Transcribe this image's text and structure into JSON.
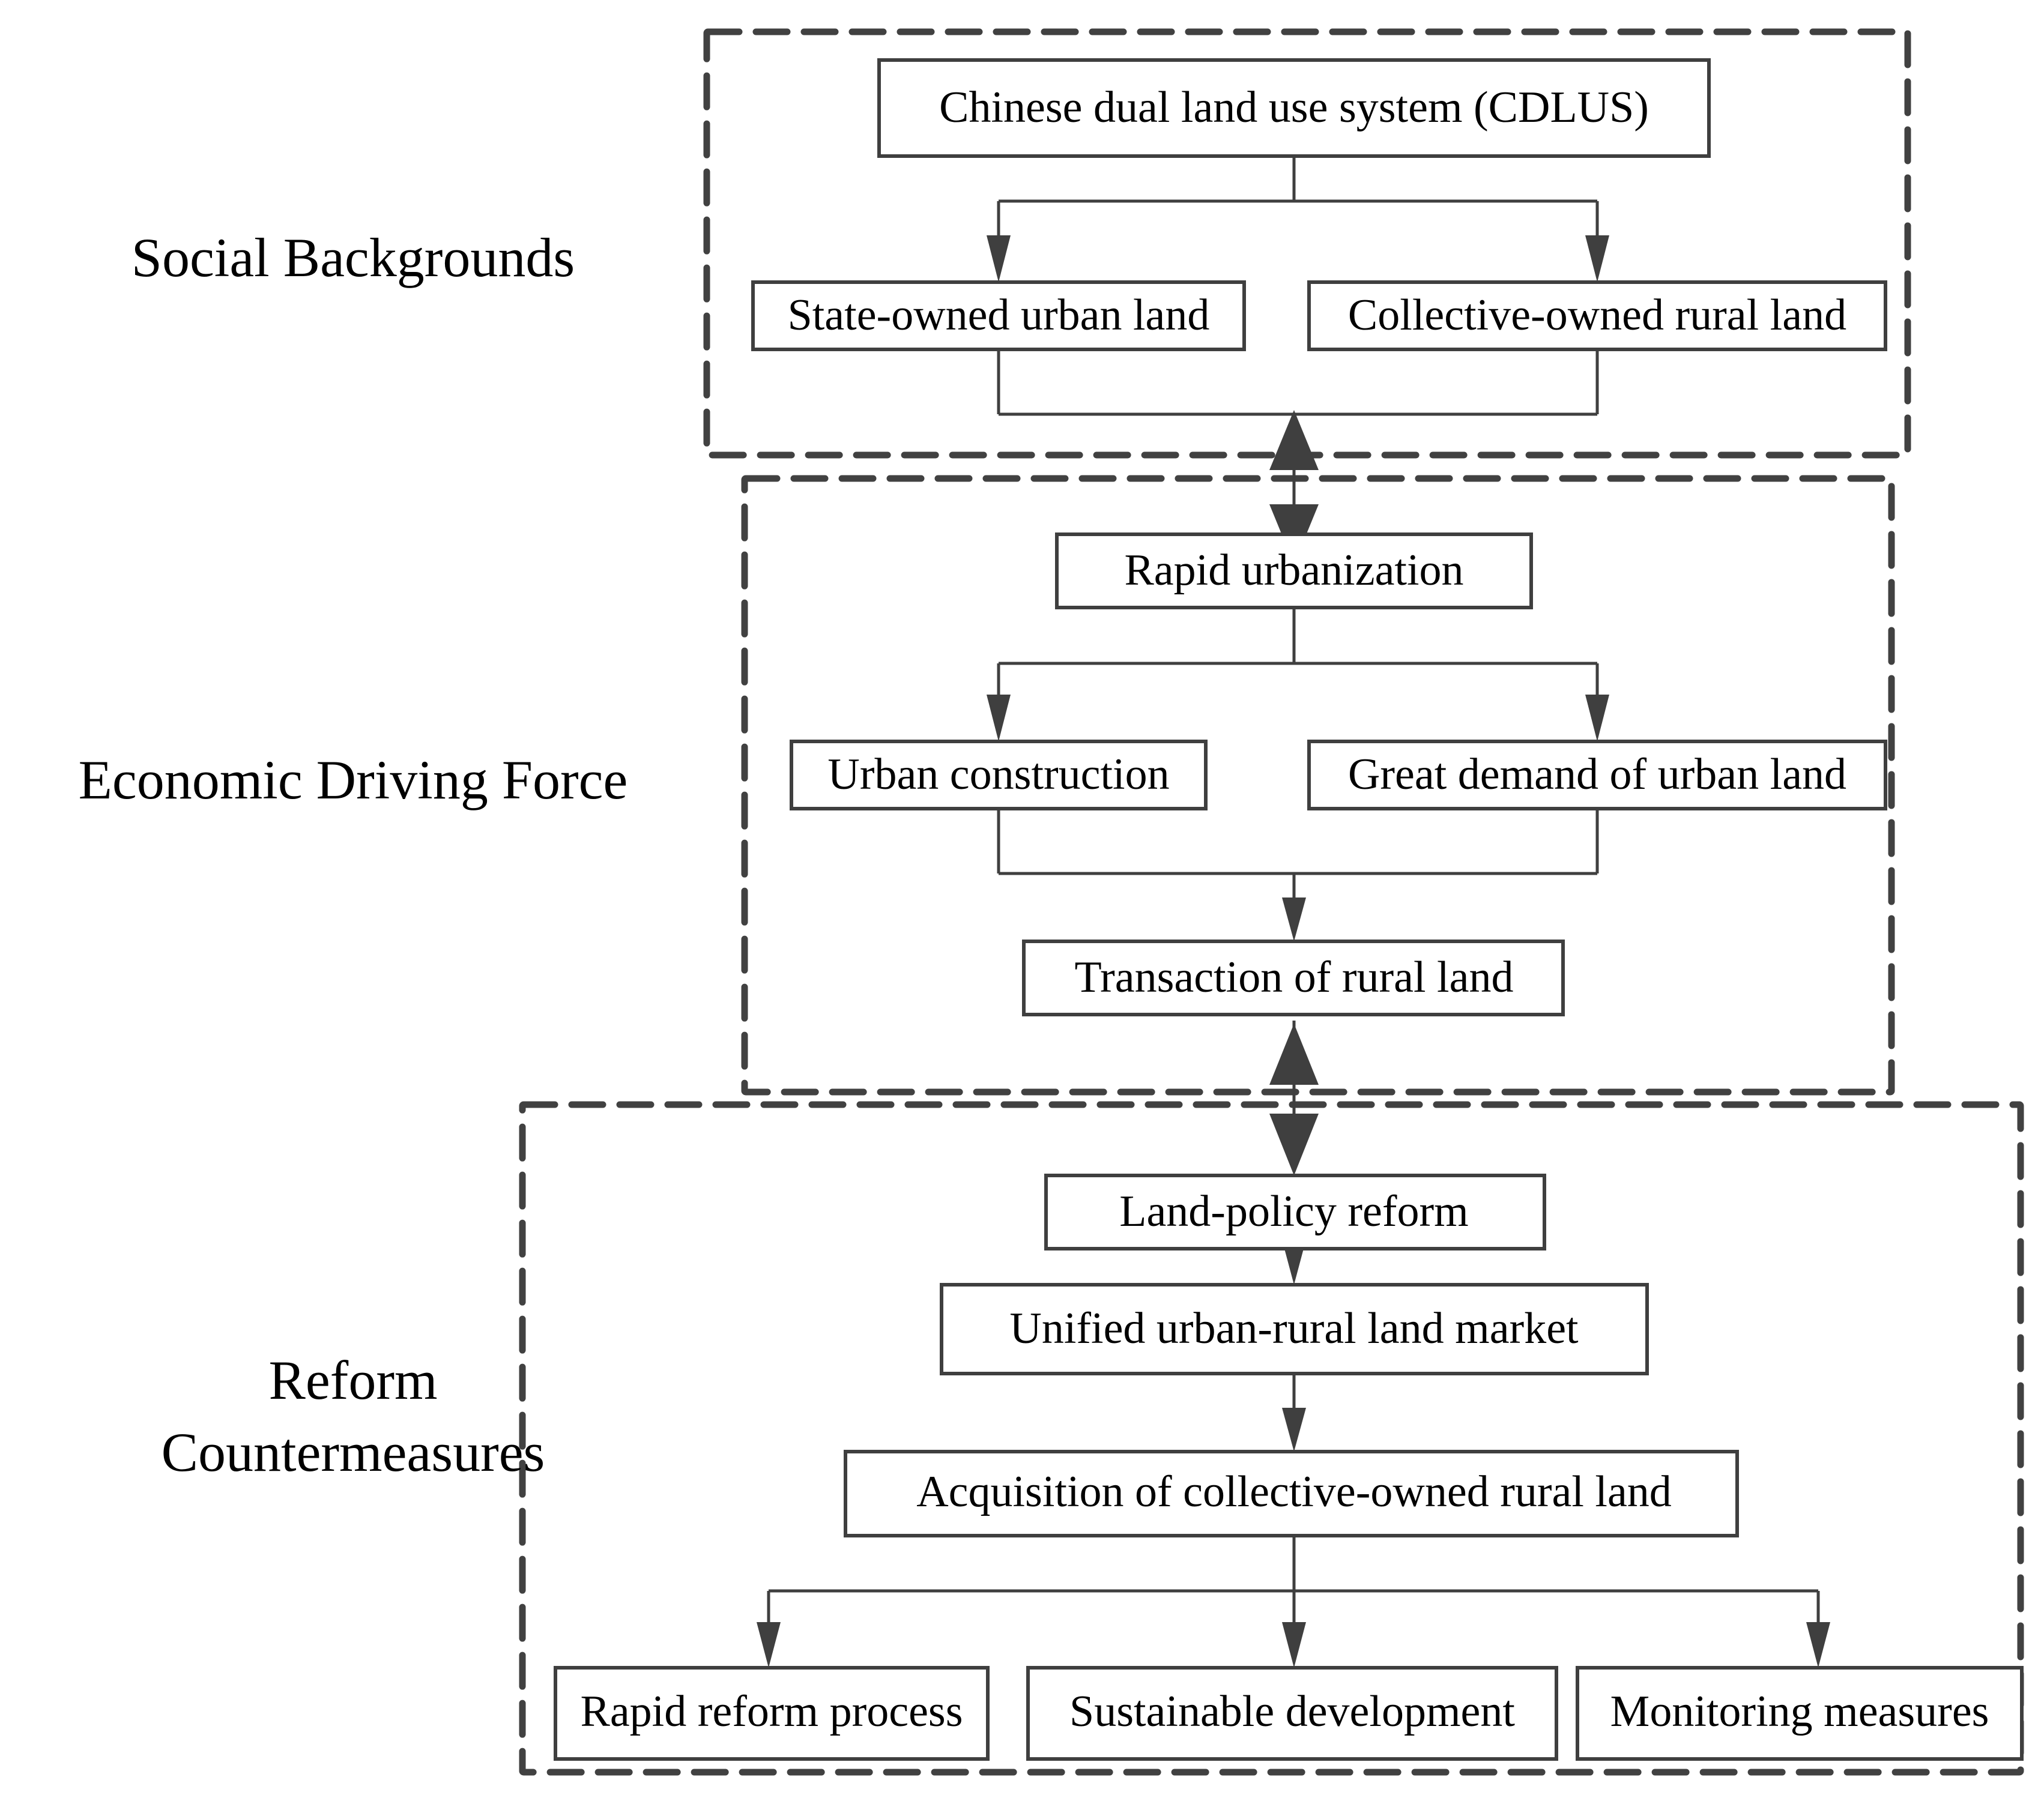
{
  "diagram": {
    "title_visible": false,
    "colors": {
      "node_border": "#3f3f3f",
      "node_fill": "#ffffff",
      "section_border": "#414141",
      "connector": "#3f3f3f",
      "text": "#000000",
      "background": "#ffffff"
    },
    "sections": [
      {
        "id": "social-backgrounds",
        "label": "Social Backgrounds",
        "label_lines": [
          "Social Backgrounds"
        ]
      },
      {
        "id": "economic-driving-force",
        "label": "Economic Driving Force",
        "label_lines": [
          "Economic Driving Force"
        ]
      },
      {
        "id": "reform-countermeasures",
        "label": "Reform Countermeasures",
        "label_lines": [
          "Reform",
          "Countermeasures"
        ]
      }
    ],
    "nodes": [
      {
        "id": "cdlus",
        "label": "Chinese dual land use system (CDLUS)",
        "section": "social-backgrounds"
      },
      {
        "id": "state-urban",
        "label": "State-owned urban land",
        "section": "social-backgrounds"
      },
      {
        "id": "collective-rural",
        "label": "Collective-owned rural land",
        "section": "social-backgrounds"
      },
      {
        "id": "rapid-urbanization",
        "label": "Rapid urbanization",
        "section": "economic-driving-force"
      },
      {
        "id": "urban-construction",
        "label": "Urban construction",
        "section": "economic-driving-force"
      },
      {
        "id": "great-demand",
        "label": "Great demand of urban land",
        "section": "economic-driving-force"
      },
      {
        "id": "transaction-rural",
        "label": "Transaction of rural land",
        "section": "economic-driving-force"
      },
      {
        "id": "land-policy-reform",
        "label": "Land-policy reform",
        "section": "reform-countermeasures"
      },
      {
        "id": "unified-market",
        "label": "Unified urban-rural land market",
        "section": "reform-countermeasures"
      },
      {
        "id": "acquisition",
        "label": "Acquisition of collective-owned rural land",
        "section": "reform-countermeasures"
      },
      {
        "id": "rapid-reform",
        "label": "Rapid reform process",
        "section": "reform-countermeasures"
      },
      {
        "id": "sustainable",
        "label": "Sustainable development",
        "section": "reform-countermeasures"
      },
      {
        "id": "monitoring",
        "label": "Monitoring measures",
        "section": "reform-countermeasures"
      }
    ],
    "edges": [
      {
        "from": "cdlus",
        "to": "state-urban",
        "style": "split-down"
      },
      {
        "from": "cdlus",
        "to": "collective-rural",
        "style": "split-down"
      },
      {
        "from": "state-urban",
        "to": "rapid-urbanization",
        "style": "merge-down"
      },
      {
        "from": "collective-rural",
        "to": "rapid-urbanization",
        "style": "merge-down"
      },
      {
        "from": "rapid-urbanization",
        "to": "urban-construction",
        "style": "split-down"
      },
      {
        "from": "rapid-urbanization",
        "to": "great-demand",
        "style": "split-down"
      },
      {
        "from": "urban-construction",
        "to": "transaction-rural",
        "style": "merge-down"
      },
      {
        "from": "great-demand",
        "to": "transaction-rural",
        "style": "merge-down"
      },
      {
        "from": "transaction-rural",
        "to": "land-policy-reform",
        "style": "bidirectional"
      },
      {
        "from": "land-policy-reform",
        "to": "unified-market",
        "style": "straight-down"
      },
      {
        "from": "unified-market",
        "to": "acquisition",
        "style": "straight-down"
      },
      {
        "from": "acquisition",
        "to": "rapid-reform",
        "style": "split-down"
      },
      {
        "from": "acquisition",
        "to": "sustainable",
        "style": "split-down"
      },
      {
        "from": "acquisition",
        "to": "monitoring",
        "style": "split-down"
      }
    ]
  }
}
